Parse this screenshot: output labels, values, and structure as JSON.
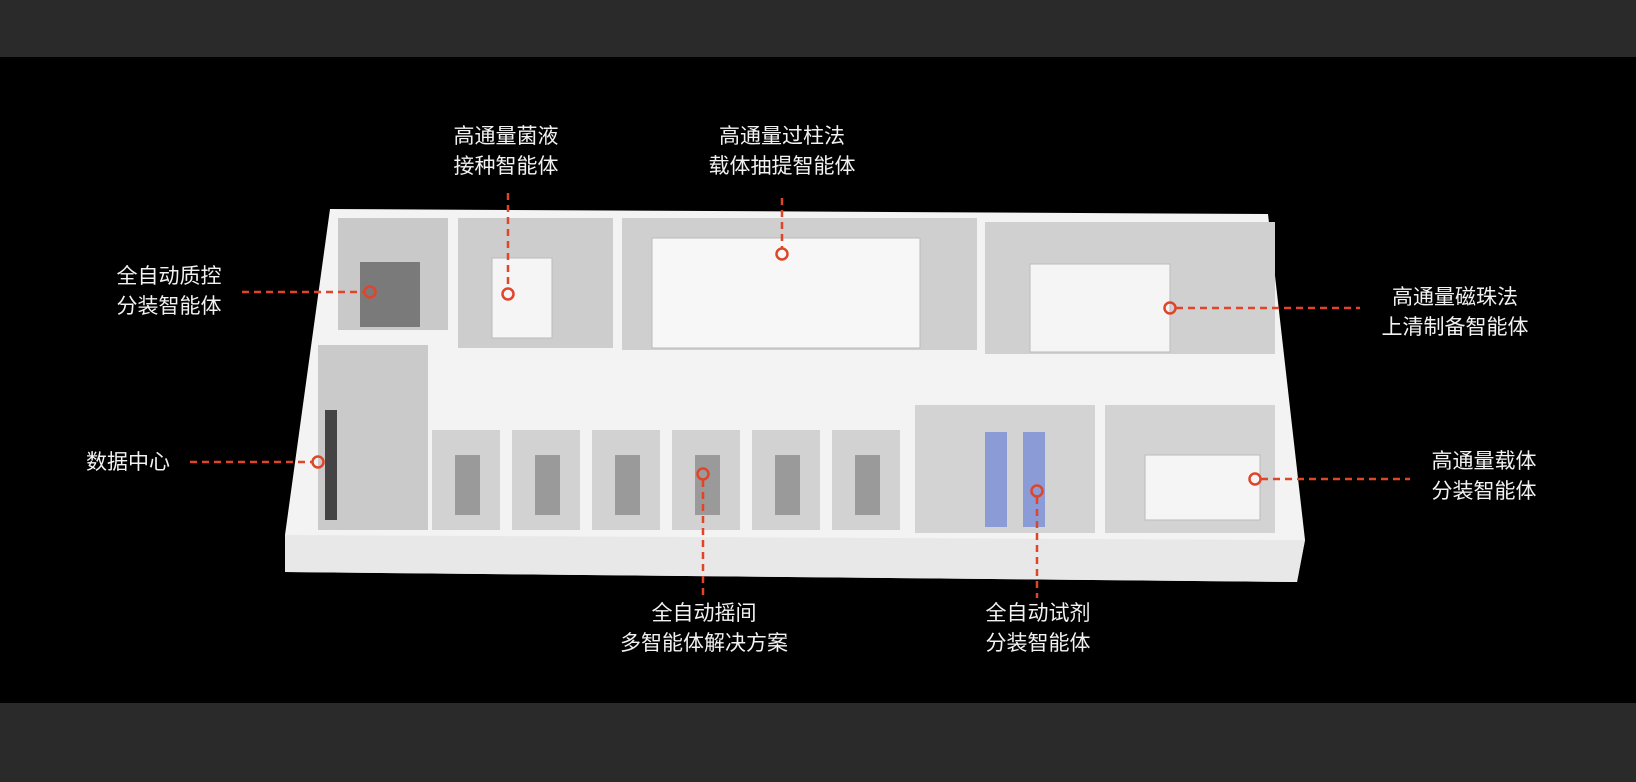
{
  "accent_color": "#e0452a",
  "labels": {
    "inoculation": {
      "line1": "高通量菌液",
      "line2": "接种智能体"
    },
    "column_extraction": {
      "line1": "高通量过柱法",
      "line2": "载体抽提智能体"
    },
    "qc_dispensing": {
      "line1": "全自动质控",
      "line2": "分装智能体"
    },
    "data_center": {
      "line1": "数据中心"
    },
    "magnetic_bead": {
      "line1": "高通量磁珠法",
      "line2": "上清制备智能体"
    },
    "vector_dispensing": {
      "line1": "高通量载体",
      "line2": "分装智能体"
    },
    "shaker_room": {
      "line1": "全自动摇间",
      "line2": "多智能体解决方案"
    },
    "reagent_dispensing": {
      "line1": "全自动试剂",
      "line2": "分装智能体"
    }
  }
}
